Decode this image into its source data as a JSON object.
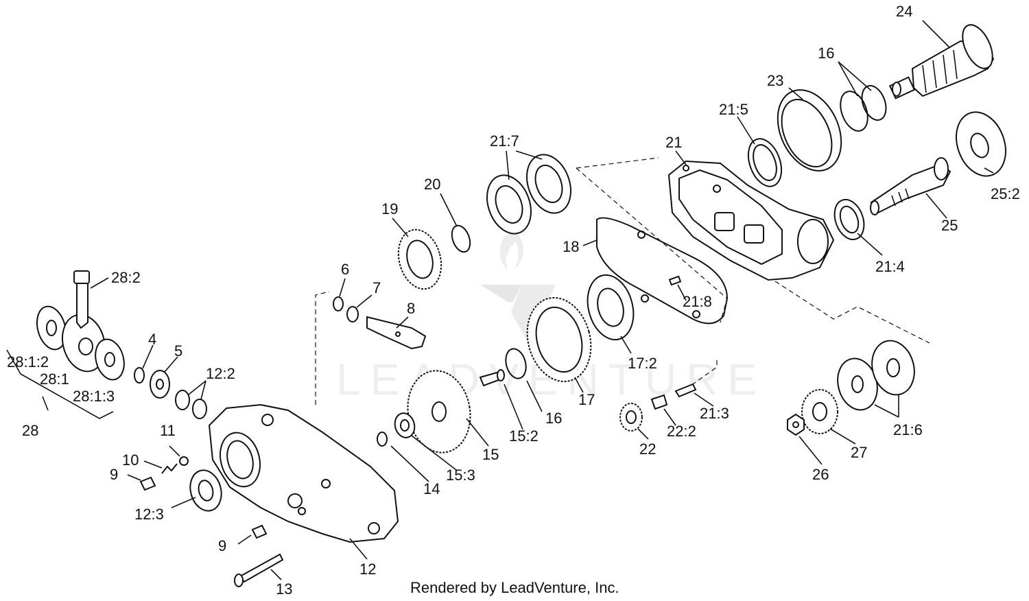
{
  "diagram": {
    "labels": [
      "24",
      "16",
      "23",
      "21:5",
      "21",
      "21:7",
      "20",
      "19",
      "25:2",
      "25",
      "21:4",
      "18",
      "6",
      "7",
      "8",
      "21:8",
      "28:2",
      "4",
      "5",
      "12:2",
      "28:1:2",
      "28:1",
      "28:1:3",
      "28",
      "11",
      "10",
      "9",
      "12:3",
      "17:2",
      "17",
      "16",
      "15:2",
      "15",
      "15:3",
      "14",
      "22",
      "22:2",
      "21:3",
      "21:6",
      "26",
      "27",
      "12",
      "13"
    ],
    "extra_labels": [
      "9"
    ]
  },
  "credit": "Rendered by LeadVenture, Inc.",
  "watermark": "LEADVENTURE"
}
